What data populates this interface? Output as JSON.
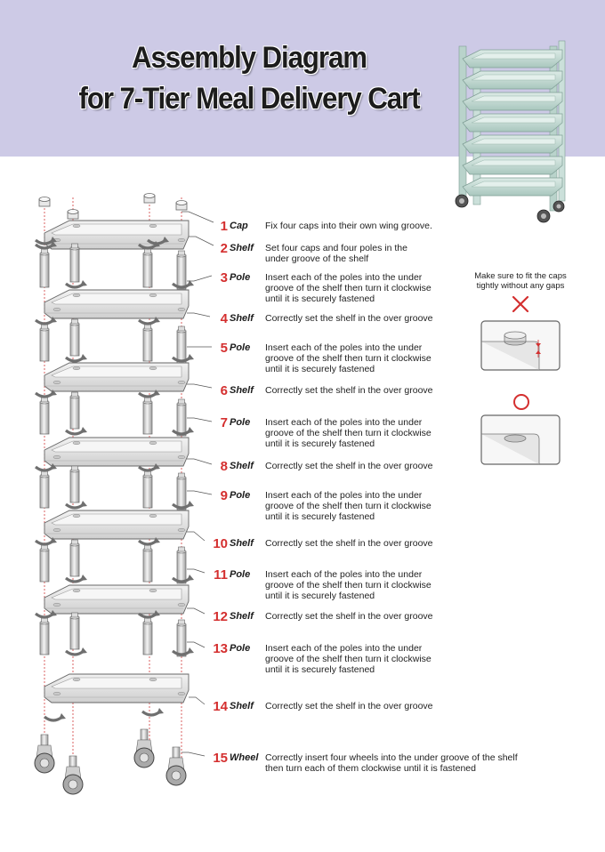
{
  "title": {
    "line1": "Assembly Diagram",
    "line2": "for 7-Tier Meal Delivery Cart"
  },
  "colors": {
    "header_bg": "#cdcae6",
    "accent_red": "#d42f2f",
    "cart_green": "#c6ddd6",
    "part_gray": "#e3e3e3"
  },
  "steps": [
    {
      "num": "1",
      "label": "Cap",
      "desc": "Fix four caps into their own wing groove."
    },
    {
      "num": "2",
      "label": "Shelf",
      "desc": "Set four caps and four poles in the\nunder groove of the shelf"
    },
    {
      "num": "3",
      "label": "Pole",
      "desc": "Insert each of the poles into the under\ngroove of the shelf then turn it clockwise\nuntil it is securely fastened"
    },
    {
      "num": "4",
      "label": "Shelf",
      "desc": "Correctly set the shelf in the over groove"
    },
    {
      "num": "5",
      "label": "Pole",
      "desc": "Insert each of the poles into the under\ngroove of the shelf then turn it clockwise\nuntil it is securely fastened"
    },
    {
      "num": "6",
      "label": "Shelf",
      "desc": "Correctly set the shelf in the over groove"
    },
    {
      "num": "7",
      "label": "Pole",
      "desc": "Insert each of the poles into the under\ngroove of the shelf then turn it clockwise\nuntil it is securely fastened"
    },
    {
      "num": "8",
      "label": "Shelf",
      "desc": "Correctly set the shelf in the over groove"
    },
    {
      "num": "9",
      "label": "Pole",
      "desc": "Insert each of the poles into the under\ngroove of the shelf then turn it clockwise\nuntil it is securely fastened"
    },
    {
      "num": "10",
      "label": "Shelf",
      "desc": "Correctly set the shelf in the over groove"
    },
    {
      "num": "11",
      "label": "Pole",
      "desc": "Insert each of the poles into the under\ngroove of the shelf then turn it clockwise\nuntil it is securely fastened"
    },
    {
      "num": "12",
      "label": "Shelf",
      "desc": "Correctly set the shelf in the over groove"
    },
    {
      "num": "13",
      "label": "Pole",
      "desc": "Insert each of the poles into the under\ngroove of the shelf then turn it clockwise\nuntil it is securely fastened"
    },
    {
      "num": "14",
      "label": "Shelf",
      "desc": "Correctly set the shelf in the over groove"
    },
    {
      "num": "15",
      "label": "Wheel",
      "desc": "Correctly insert four wheels into the under groove of the shelf\nthen turn each of them clockwise until it is fastened"
    }
  ],
  "note": "Make sure to fit the caps\ntightly without any gaps",
  "symbols": {
    "wrong": "wrong-mark-icon",
    "correct": "correct-mark-icon"
  }
}
